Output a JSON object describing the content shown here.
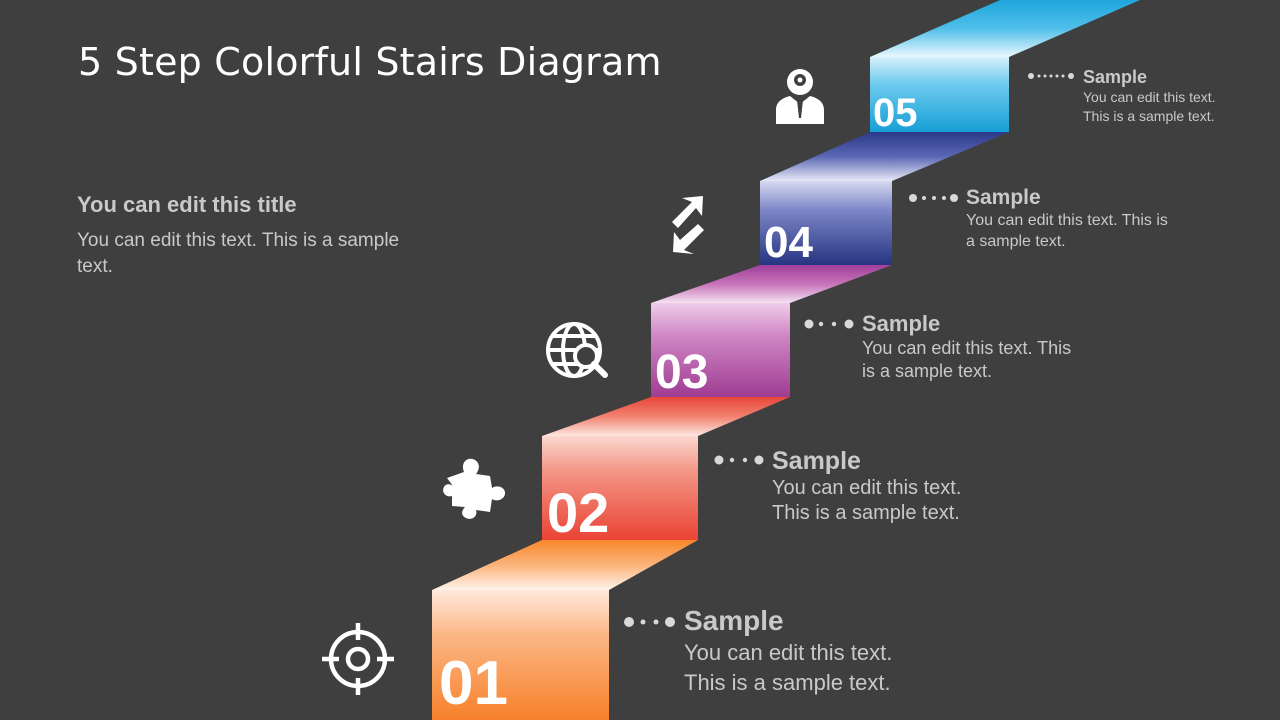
{
  "slide": {
    "title": "5 Step Colorful Stairs Diagram",
    "side_title": "You can edit this title",
    "side_text": "You can edit this text. This is a sample text."
  },
  "colors": {
    "background": "#3f3f3f",
    "step1": "#f9832a",
    "step2": "#ee4a3a",
    "step3": "#a8449a",
    "step4": "#2f3d8f",
    "step5": "#1fa7dc",
    "text": "#c9c9c9",
    "white": "#ffffff"
  },
  "steps": [
    {
      "number": "01",
      "heading": "Sample",
      "line1": "You can edit this text.",
      "line2": "This is a sample text.",
      "icon": "target-icon"
    },
    {
      "number": "02",
      "heading": "Sample",
      "line1": "You can edit this text.",
      "line2": "This is a sample text.",
      "icon": "puzzle-piece-icon"
    },
    {
      "number": "03",
      "heading": "Sample",
      "line1": "You can edit this text. This",
      "line2": "is a sample text.",
      "icon": "globe-search-icon"
    },
    {
      "number": "04",
      "heading": "Sample",
      "line1": "You can edit this text. This is",
      "line2": "a sample text.",
      "icon": "arrows-exchange-icon"
    },
    {
      "number": "05",
      "heading": "Sample",
      "line1": "You can edit this text.",
      "line2": "This is a sample text.",
      "icon": "businessman-icon"
    }
  ]
}
